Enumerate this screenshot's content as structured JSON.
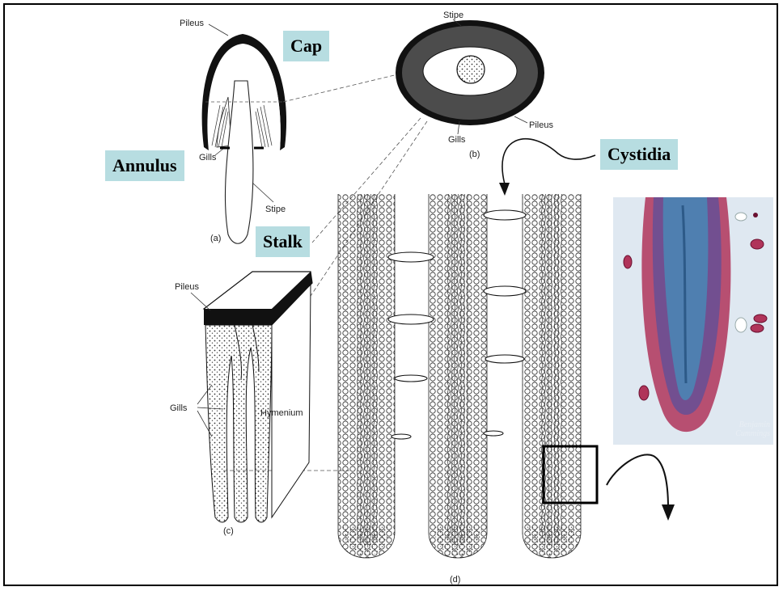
{
  "tags": {
    "cap": "Cap",
    "annulus": "Annulus",
    "stalk": "Stalk",
    "cystidia": "Cystidia"
  },
  "labels": {
    "a_pileus": "Pileus",
    "a_gills": "Gills",
    "a_stipe": "Stipe",
    "a_panel": "(a)",
    "b_stipe": "Stipe",
    "b_pileus": "Pileus",
    "b_gills": "Gills",
    "b_panel": "(b)",
    "c_pileus": "Pileus",
    "c_gills": "Gills",
    "c_hymenium": "Hymenium",
    "c_panel": "(c)",
    "d_panel": "(d)"
  },
  "photo": {
    "credit_line1": "Benjamin",
    "credit_line2": "Cummings"
  },
  "colors": {
    "tag_background": "#b7dde1",
    "ink": "#000000",
    "photo_blue": "#4f7fb0",
    "photo_red": "#b0345a"
  }
}
